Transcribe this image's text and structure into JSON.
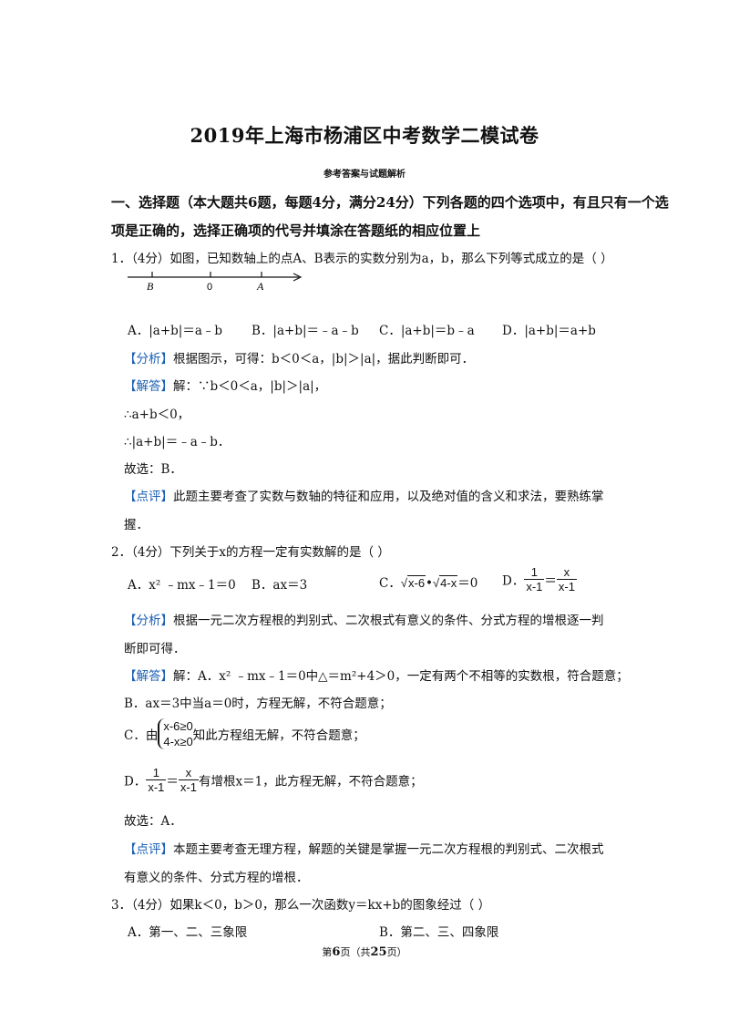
{
  "doc": {
    "title": "2019年上海市杨浦区中考数学二模试卷",
    "subtitle": "参考答案与试题解析",
    "section_line1": "一、选择题（本大题共6题，每题4分，满分24分）下列各题的四个选项中，有且只有一个选",
    "section_line2": "项是正确的，选择正确项的代号并填涂在答题纸的相应位置上"
  },
  "tags": {
    "analysis": "【分析】",
    "answer": "【解答】",
    "comment": "【点评】"
  },
  "q1": {
    "stem": "1．（4分）如图，已知数轴上的点A、B表示的实数分别为a，b，那么下列等式成立的是（        ）",
    "numberline": {
      "b_label": "B",
      "zero_label": "0",
      "a_label": "A"
    },
    "options": [
      "A．|a+b|＝a﹣b",
      "B．|a+b|＝﹣a﹣b",
      "C．|a+b|＝b﹣a",
      "D．|a+b|＝a+b"
    ],
    "analysis": "根据图示，可得：b＜0＜a，|b|＞|a|，据此判断即可．",
    "answer_l1": "解：∵b＜0＜a，|b|＞|a|，",
    "answer_l2": "∴a+b＜0，",
    "answer_l3": "∴|a+b|＝﹣a﹣b．",
    "answer_l4": "故选：B．",
    "comment_l1": "此题主要考查了实数与数轴的特征和应用，以及绝对值的含义和求法，要熟练掌",
    "comment_l2": "握．"
  },
  "q2": {
    "stem": "2．（4分）下列关于x的方程一定有实数解的是（        ）",
    "optA": "A．x² ﹣mx﹣1＝0",
    "optB": "B．ax＝3",
    "optC_prefix": "C．",
    "optC_rad1": "x-6",
    "optC_dot": "•",
    "optC_rad2": "4-x",
    "optC_suffix": "＝0",
    "optD_prefix": "D．",
    "frac_one": "1",
    "frac_x": "x",
    "frac_den": "x-1",
    "frac_eq": "＝",
    "analysis_l1": "根据一元二次方程根的判别式、二次根式有意义的条件、分式方程的增根逐一判",
    "analysis_l2": "断即可得．",
    "answer_l1": "解：A．x² ﹣mx﹣1＝0中△＝m²+4＞0，一定有两个不相等的实数根，符合题意；",
    "answer_l2": "B．ax＝3中当a＝0时，方程无解，不符合题意；",
    "answer_c_prefix": "C．由",
    "sys_l1": "x-6≥0",
    "sys_l2": "4-x≥0",
    "answer_c_suffix": "知此方程组无解，不符合题意；",
    "answer_d_prefix": "D．",
    "answer_d_suffix": "有增根x＝1，此方程无解，不符合题意；",
    "answer_final": "故选：A．",
    "comment_l1": "本题主要考查无理方程，解题的关键是掌握一元二次方程根的判别式、二次根式",
    "comment_l2": "有意义的条件、分式方程的增根．"
  },
  "q3": {
    "stem": "3．（4分）如果k＜0，b＞0，那么一次函数y＝kx+b的图象经过（        ）",
    "optA": "A．第一、二、三象限",
    "optB": "B．第二、三、四象限"
  },
  "footer": {
    "pre": "第",
    "page": "6",
    "mid": "页（共",
    "total": "25",
    "post": "页）"
  }
}
